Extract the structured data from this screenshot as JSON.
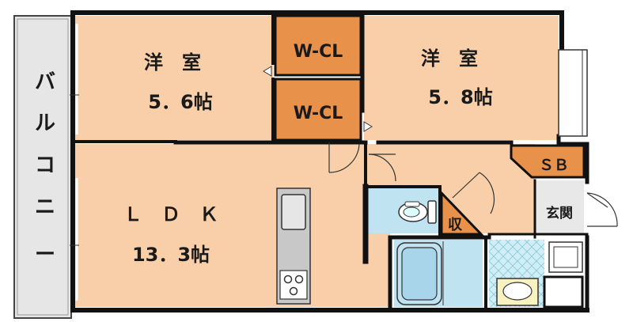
{
  "colors": {
    "room": "#f8cfa8",
    "closet": "#e8914a",
    "bath": "#bfe3f1",
    "entrance_tile": "#cfeef6",
    "genkan": "#e8e8e8",
    "balcony": "#e6e6e6",
    "wall": "#111111"
  },
  "balcony": {
    "label_chars": [
      "バ",
      "ル",
      "コ",
      "ニ",
      "ー"
    ]
  },
  "rooms": {
    "western_left": {
      "name": "洋　室",
      "size": "5．6帖"
    },
    "western_right": {
      "name": "洋　室",
      "size": "5．8帖"
    },
    "ldk": {
      "name": "Ｌ　Ｄ　Ｋ",
      "size": "13．3帖"
    }
  },
  "closets": {
    "top": "W-CL",
    "bottom": "W-CL"
  },
  "storage": {
    "sb": "ＳＢ",
    "shu": "収"
  },
  "entrance": {
    "label": "玄関"
  },
  "icons": [
    "toilet-icon",
    "bathtub-icon",
    "kitchen-sink-icon",
    "stove-icon",
    "washbasin-icon",
    "washing-machine-icon",
    "door-swing-icon"
  ]
}
